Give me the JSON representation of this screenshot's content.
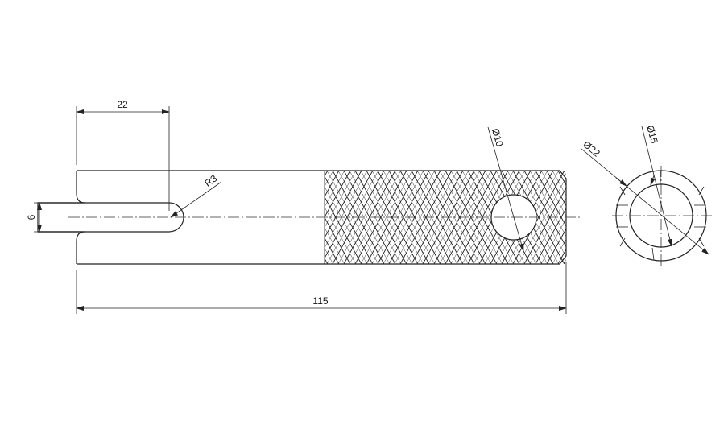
{
  "dimensions": {
    "slot_depth": "22",
    "slot_width": "6",
    "slot_radius": "R3",
    "overall_length": "115",
    "hole_diameter": "Ø10",
    "outer_diameter": "Ø22",
    "inner_diameter": "Ø15"
  },
  "colors": {
    "line": "#222222",
    "background": "#ffffff"
  }
}
